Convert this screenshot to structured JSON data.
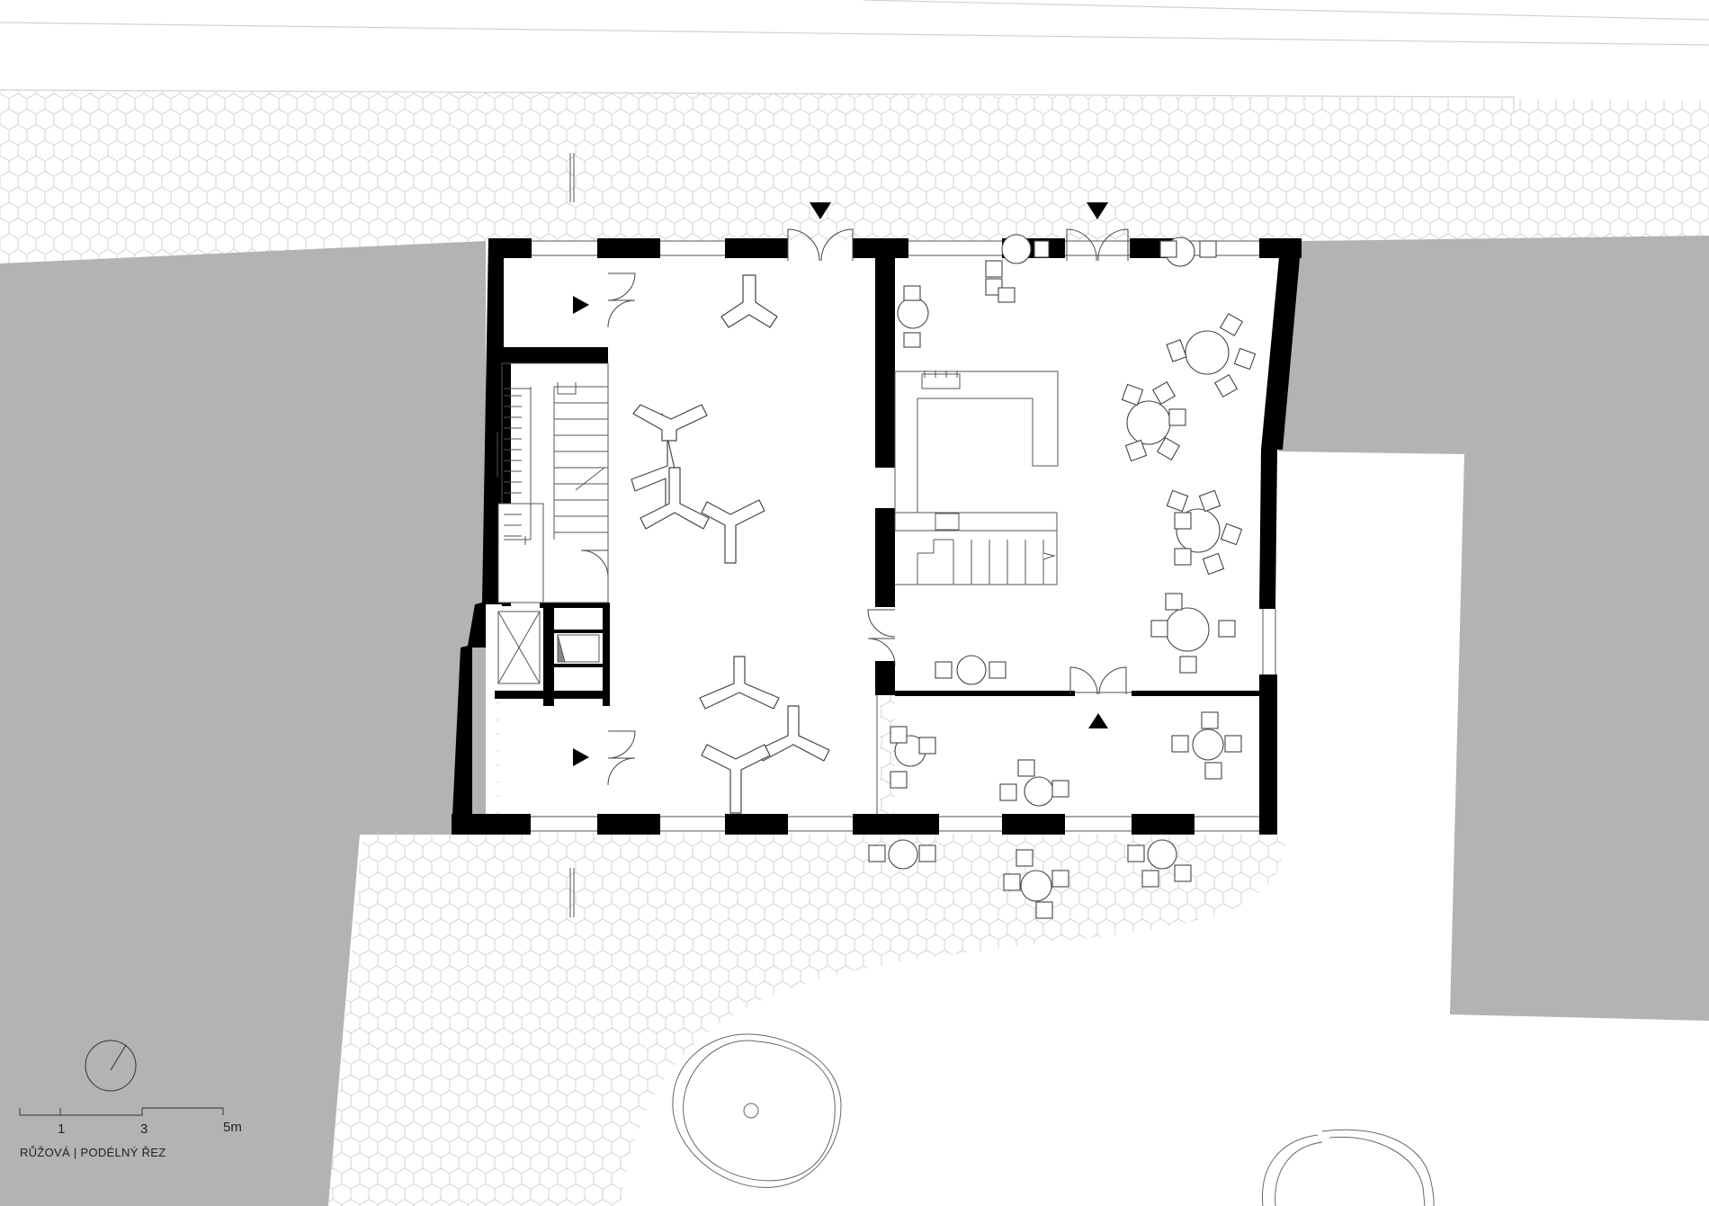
{
  "colors": {
    "wall": "#000000",
    "neighbor": "#b3b3b3",
    "paving_line": "#c8c8c8",
    "line": "#555555",
    "background": "#ffffff"
  },
  "paving_pattern": "hexagon",
  "icons": [
    "north-arrow-icon",
    "entrance-triangle-icon",
    "tree-outline-icon"
  ],
  "scale_bar": {
    "labels": [
      "1",
      "3",
      "5m"
    ]
  },
  "caption": "RŮŽOVÁ | PODÉLNÝ ŘEZ"
}
